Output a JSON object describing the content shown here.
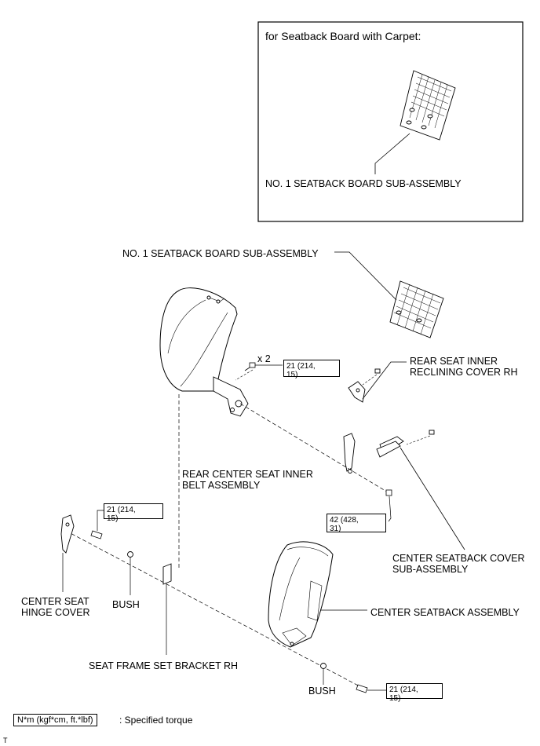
{
  "inset": {
    "title": "for Seatback Board with Carpet:",
    "part_label": "NO. 1 SEATBACK BOARD SUB-ASSEMBLY"
  },
  "labels": {
    "seatback_board": "NO. 1 SEATBACK BOARD SUB-ASSEMBLY",
    "reclining_cover": "REAR SEAT INNER\nRECLINING COVER RH",
    "belt_assembly": "REAR CENTER SEAT INNER\nBELT ASSEMBLY",
    "seatback_cover": "CENTER SEATBACK COVER\nSUB-ASSEMBLY",
    "hinge_cover": "CENTER SEAT\nHINGE COVER",
    "bush_1": "BUSH",
    "bush_2": "BUSH",
    "seatback_assembly": "CENTER SEATBACK ASSEMBLY",
    "frame_bracket": "SEAT FRAME SET BRACKET RH",
    "multiplier": "x 2"
  },
  "torques": {
    "t1": "21 (214,\n15)",
    "t2": "42 (428,\n31)",
    "t3": "21 (214,\n15)",
    "t4": "21 (214,\n15)"
  },
  "legend": {
    "unit": "N*m (kgf*cm, ft.*lbf)",
    "desc": ": Specified torque"
  },
  "corner_mark": "T"
}
